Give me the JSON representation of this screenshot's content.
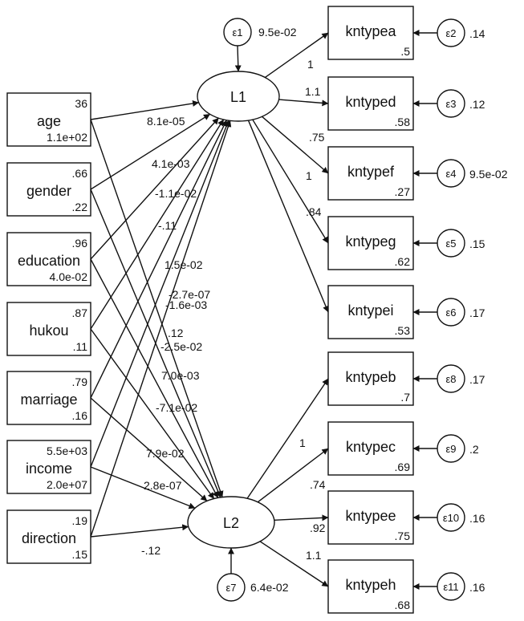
{
  "latents": [
    {
      "id": "L1",
      "label": "L1",
      "error": {
        "label": "ε1",
        "variance": "9.5e-02"
      }
    },
    {
      "id": "L2",
      "label": "L2",
      "error": {
        "label": "ε7",
        "variance": "6.4e-02"
      }
    }
  ],
  "predictors": [
    {
      "id": "age",
      "label": "age",
      "mean": "36",
      "variance": "1.1e+02"
    },
    {
      "id": "gender",
      "label": "gender",
      "mean": ".66",
      "variance": ".22"
    },
    {
      "id": "education",
      "label": "education",
      "mean": ".96",
      "variance": "4.0e-02"
    },
    {
      "id": "hukou",
      "label": "hukou",
      "mean": ".87",
      "variance": ".11"
    },
    {
      "id": "marriage",
      "label": "marriage",
      "mean": ".79",
      "variance": ".16"
    },
    {
      "id": "income",
      "label": "income",
      "mean": "5.5e+03",
      "variance": "2.0e+07"
    },
    {
      "id": "direction",
      "label": "direction",
      "mean": ".19",
      "variance": ".15"
    }
  ],
  "indicators": [
    {
      "id": "kntypea",
      "label": "kntypea",
      "intercept": ".5",
      "loading": "1",
      "error": {
        "label": "ε2",
        "variance": ".14"
      }
    },
    {
      "id": "kntyped",
      "label": "kntyped",
      "intercept": ".58",
      "loading": "1.1",
      "error": {
        "label": "ε3",
        "variance": ".12"
      }
    },
    {
      "id": "kntypef",
      "label": "kntypef",
      "intercept": ".27",
      "loading": ".75",
      "error": {
        "label": "ε4",
        "variance": "9.5e-02"
      }
    },
    {
      "id": "kntypeg",
      "label": "kntypeg",
      "intercept": ".62",
      "loading": "1",
      "error": {
        "label": "ε5",
        "variance": ".15"
      }
    },
    {
      "id": "kntypei",
      "label": "kntypei",
      "intercept": ".53",
      "loading": ".84",
      "error": {
        "label": "ε6",
        "variance": ".17"
      }
    },
    {
      "id": "kntypeb",
      "label": "kntypeb",
      "intercept": ".7",
      "loading": "",
      "error": {
        "label": "ε8",
        "variance": ".17"
      }
    },
    {
      "id": "kntypec",
      "label": "kntypec",
      "intercept": ".69",
      "loading": "1",
      "error": {
        "label": "ε9",
        "variance": ".2"
      }
    },
    {
      "id": "kntypee",
      "label": "kntypee",
      "intercept": ".75",
      "loading": ".74",
      "error": {
        "label": "ε10",
        "variance": ".16"
      }
    },
    {
      "id": "kntypeh",
      "label": "kntypeh",
      "intercept": ".68",
      "loading": ".92",
      "error": {
        "label": "ε11",
        "variance": ".16"
      }
    }
  ],
  "extra_loading_labels": [
    "1.1"
  ],
  "paths_to_L1": [
    {
      "from": "age",
      "coef": "8.1e-05"
    },
    {
      "from": "gender",
      "coef": "4.1e-03"
    },
    {
      "from": "education",
      "coef": "-1.1e-02"
    },
    {
      "from": "hukou",
      "coef": "-.11"
    },
    {
      "from": "marriage",
      "coef": "1.5e-02"
    },
    {
      "from": "income",
      "coef": "-2.7e-07"
    },
    {
      "from": "direction",
      "coef": ".12"
    }
  ],
  "paths_to_L2": [
    {
      "from": "age",
      "coef": "-1.6e-03"
    },
    {
      "from": "gender",
      "coef": "-2.5e-02"
    },
    {
      "from": "education",
      "coef": "7.0e-03"
    },
    {
      "from": "hukou",
      "coef": "-7.1e-02"
    },
    {
      "from": "marriage",
      "coef": "7.9e-02"
    },
    {
      "from": "income",
      "coef": "2.8e-07"
    },
    {
      "from": "direction",
      "coef": "-.12"
    }
  ]
}
